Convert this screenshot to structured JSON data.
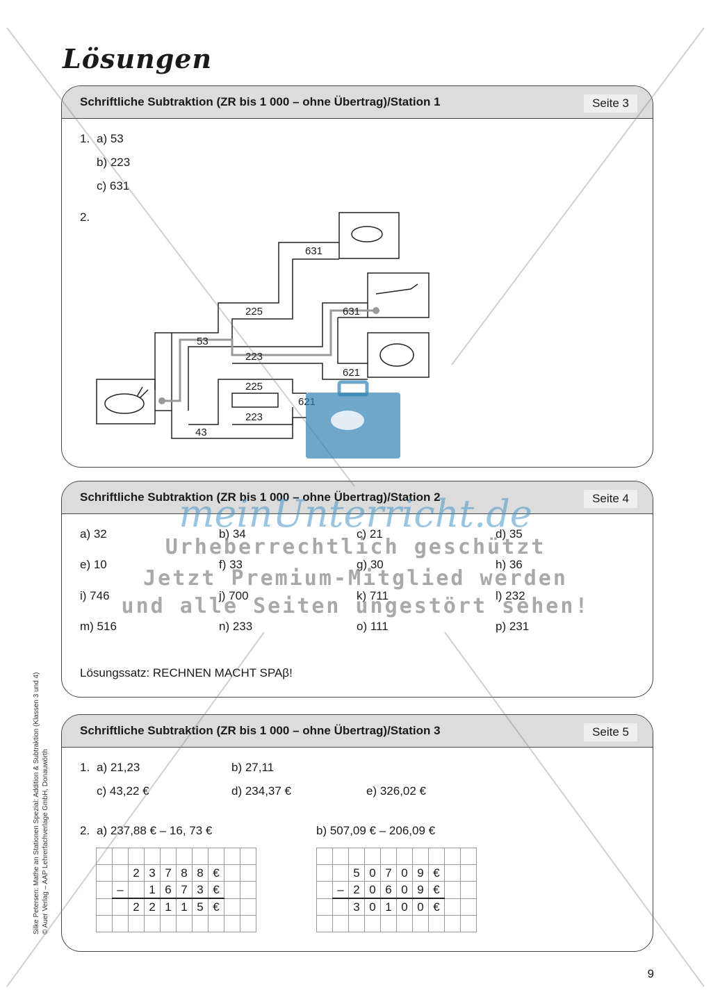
{
  "title": "Lösungen",
  "sections": [
    {
      "heading": "Schriftliche Subtraktion (ZR bis 1 000 – ohne Übertrag)/Station 1",
      "page": "Seite 3",
      "task1_num": "1.",
      "task1": [
        "a)  53",
        "b)  223",
        "c)  631"
      ],
      "task2_num": "2.",
      "maze_labels": [
        "631",
        "225",
        "631",
        "53",
        "223",
        "621",
        "225",
        "621",
        "223",
        "43"
      ]
    },
    {
      "heading": "Schriftliche Subtraktion (ZR bis 1 000 – ohne Übertrag)/Station 2",
      "page": "Seite 4",
      "answers": [
        [
          "a)  32",
          "b)  34",
          "c)  21",
          "d)  35"
        ],
        [
          "e)  10",
          "f)  33",
          "g)  30",
          "h)  36"
        ],
        [
          "i)  746",
          "j)  700",
          "k)  711",
          "l)  232"
        ],
        [
          "m) 516",
          "n)  233",
          "o)  111",
          "p)  231"
        ]
      ],
      "solution": "Lösungssatz: RECHNEN MACHT SPAβ!"
    },
    {
      "heading": "Schriftliche Subtraktion (ZR bis 1 000 – ohne Übertrag)/Station 3",
      "page": "Seite 5",
      "task1_num": "1.",
      "task1_row1": [
        "a)  21,23",
        "b)  27,11"
      ],
      "task1_row2": [
        "c)  43,22 €",
        "d)  234,37 €",
        "e)  326,02 €"
      ],
      "task2_num": "2.",
      "task2_a": "a)  237,88 € – 16, 73 €",
      "task2_b": "b)  507,09 € – 206,09 €",
      "grid_a": [
        [
          "",
          "",
          "",
          "",
          "",
          "",
          "",
          "",
          "",
          ""
        ],
        [
          "",
          "",
          "2",
          "3",
          "7",
          "8",
          "8",
          "€",
          "",
          ""
        ],
        [
          "",
          "–",
          "",
          "1",
          "6",
          "7",
          "3",
          "€",
          "",
          ""
        ],
        [
          "",
          "",
          "2",
          "2",
          "1",
          "1",
          "5",
          "€",
          "",
          ""
        ],
        [
          "",
          "",
          "",
          "",
          "",
          "",
          "",
          "",
          "",
          ""
        ]
      ],
      "grid_b": [
        [
          "",
          "",
          "",
          "",
          "",
          "",
          "",
          "",
          "",
          ""
        ],
        [
          "",
          "",
          "5",
          "0",
          "7",
          "0",
          "9",
          "€",
          "",
          ""
        ],
        [
          "",
          "–",
          "2",
          "0",
          "6",
          "0",
          "9",
          "€",
          "",
          ""
        ],
        [
          "",
          "",
          "3",
          "0",
          "1",
          "0",
          "0",
          "€",
          "",
          ""
        ],
        [
          "",
          "",
          "",
          "",
          "",
          "",
          "",
          "",
          "",
          ""
        ]
      ]
    }
  ],
  "side_note": [
    "Silke Petersen: Mathe an Stationen Spezial: Addition & Subtraktion (Klassen 3 und 4)",
    "© Auer Verlag – AAP Lehrerfachverlage GmbH, Donauwörth"
  ],
  "page_number": "9",
  "watermark": {
    "logo": "meinUnterricht.de",
    "line1": "Urheberrechtlich geschützt",
    "line2": "Jetzt Premium-Mitglied werden",
    "line3": "und alle Seiten ungestört sehen!"
  }
}
